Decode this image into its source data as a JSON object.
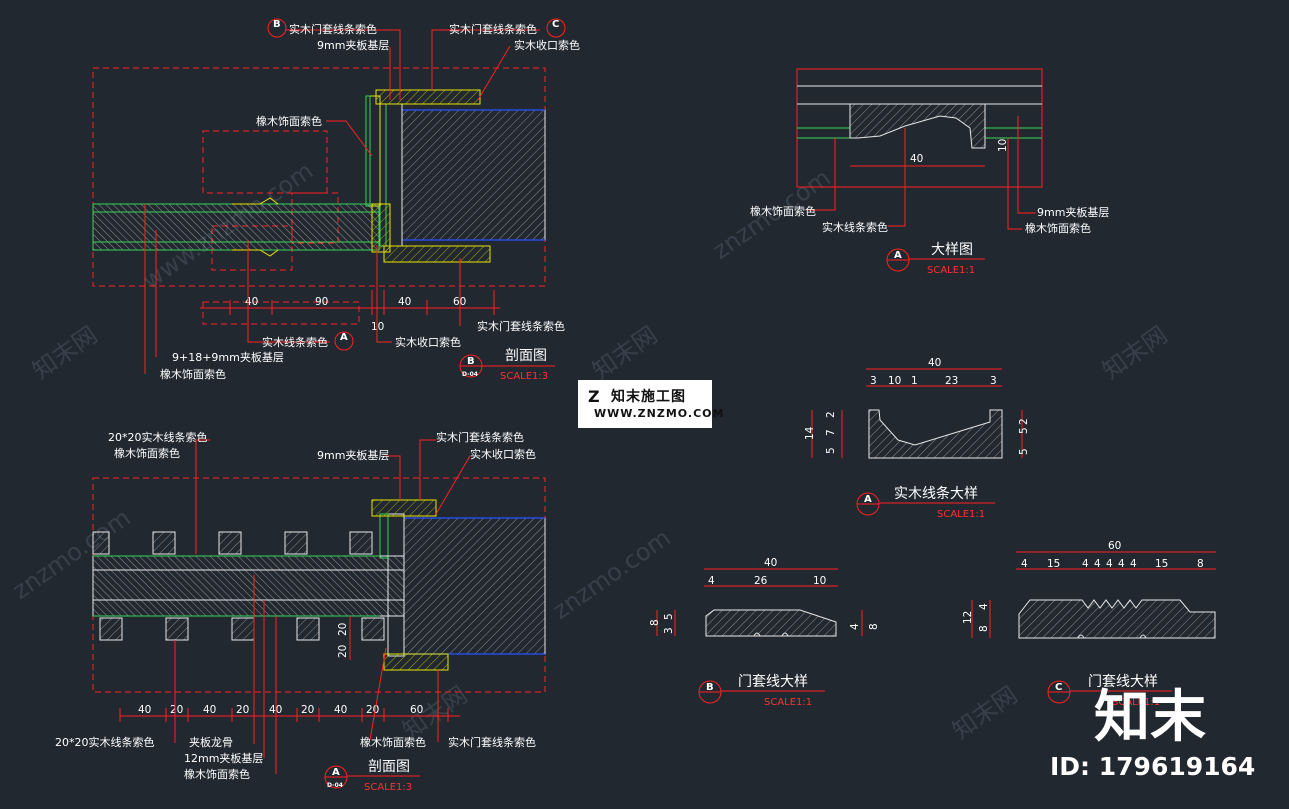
{
  "watermark": {
    "site": "znzmo.com",
    "www": "www.znzmo.com",
    "cn": "知末网"
  },
  "logo": {
    "name": "知末施工图",
    "url": "WWW.ZNZMO.COM"
  },
  "brand": {
    "big": "知末",
    "id": "ID: 179619164"
  },
  "viewB": {
    "tag": "B",
    "ref": "D-04",
    "title": "剖面图",
    "scale": "SCALE1:3",
    "labels": {
      "door_frame_color_top": "实木门套线条索色",
      "ply_9mm": "9mm夹板基层",
      "door_frame_color_top2": "实木门套线条索色",
      "closing_color": "实木收口索色",
      "oak_finish": "橡木饰面索色",
      "door_frame_color_bottom": "实木门套线条索色",
      "line_color": "实木线条索色",
      "closing_color_bottom": "实木收口索色",
      "ply_stack": "9+18+9mm夹板基层",
      "oak_finish_bottom": "橡木饰面索色"
    },
    "dims": {
      "d1": "40",
      "d2": "90",
      "d3": "40",
      "d4": "60",
      "d5": "10"
    }
  },
  "viewA_section": {
    "tag": "A",
    "ref": "D-04",
    "title": "剖面图",
    "scale": "SCALE1:3",
    "labels": {
      "line_20": "20*20实木线条索色",
      "oak_finish": "橡木饰面索色",
      "ply_9mm": "9mm夹板基层",
      "door_frame_color": "实木门套线条索色",
      "closing_color": "实木收口索色",
      "line_20_bottom": "20*20实木线条索色",
      "ply_keel": "夹板龙骨",
      "ply_12mm": "12mm夹板基层",
      "oak_finish_bottom": "橡木饰面索色",
      "oak_finish_bottom2": "橡木饰面索色",
      "door_frame_color_bottom": "实木门套线条索色"
    },
    "dims": {
      "a": "40",
      "b": "20",
      "c": "40",
      "d": "20",
      "e": "40",
      "f": "20",
      "g": "40",
      "h": "20",
      "i": "60",
      "v1": "20",
      "v2": "20"
    }
  },
  "detail": {
    "tag": "A",
    "title": "大样图",
    "scale": "SCALE1:1",
    "labels": {
      "oak_finish": "橡木饰面索色",
      "line_color": "实木线条索色",
      "ply_9mm": "9mm夹板基层",
      "oak_finish_right": "橡木饰面索色"
    },
    "dims": {
      "width": "40",
      "small": "10"
    }
  },
  "line_detail": {
    "tag": "A",
    "title": "实木线条大样",
    "scale": "SCALE1:1",
    "dims": {
      "total": "40",
      "t1": "3",
      "t2": "10",
      "t3": "1",
      "t4": "23",
      "t5": "3",
      "l1": "2",
      "l2": "7",
      "l3": "5",
      "lh": "14",
      "r1": "2",
      "r2": "5",
      "r3": "5"
    }
  },
  "frame_b": {
    "tag": "B",
    "title": "门套线大样",
    "scale": "SCALE1:1",
    "dims": {
      "total": "40",
      "t1": "4",
      "t2": "26",
      "t3": "10",
      "l1": "5",
      "l2": "3",
      "lh": "8",
      "r1": "4",
      "rh": "8"
    }
  },
  "frame_c": {
    "tag": "C",
    "title": "门套线大样",
    "scale": "SCALE1:1",
    "dims": {
      "total": "60",
      "t1": "4",
      "t2": "15",
      "t3": "4",
      "t4": "4",
      "t5": "4",
      "t6": "4",
      "t7": "4",
      "t8": "15",
      "t9": "8",
      "lh": "12",
      "l1": "4",
      "l2": "8"
    }
  }
}
